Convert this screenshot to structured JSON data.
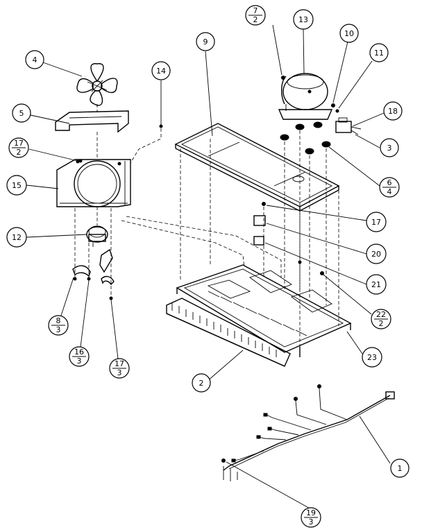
{
  "callouts": [
    {
      "id": "c4",
      "label": "4"
    },
    {
      "id": "c5",
      "label": "5"
    },
    {
      "id": "c17a",
      "num": "17",
      "den": "2"
    },
    {
      "id": "c15",
      "label": "15"
    },
    {
      "id": "c12",
      "label": "12"
    },
    {
      "id": "c8",
      "num": "8",
      "den": "3"
    },
    {
      "id": "c16",
      "num": "16",
      "den": "3"
    },
    {
      "id": "c17b",
      "num": "17",
      "den": "3"
    },
    {
      "id": "c14",
      "label": "14"
    },
    {
      "id": "c9",
      "label": "9"
    },
    {
      "id": "c7",
      "num": "7",
      "den": "2"
    },
    {
      "id": "c13",
      "label": "13"
    },
    {
      "id": "c10",
      "label": "10"
    },
    {
      "id": "c11",
      "label": "11"
    },
    {
      "id": "c18",
      "label": "18"
    },
    {
      "id": "c3",
      "label": "3"
    },
    {
      "id": "c6",
      "num": "6",
      "den": "4"
    },
    {
      "id": "c17c",
      "label": "17"
    },
    {
      "id": "c20",
      "label": "20"
    },
    {
      "id": "c21",
      "label": "21"
    },
    {
      "id": "c22",
      "num": "22",
      "den": "2"
    },
    {
      "id": "c23",
      "label": "23"
    },
    {
      "id": "c2",
      "label": "2"
    },
    {
      "id": "c1",
      "label": "1"
    },
    {
      "id": "c19",
      "num": "19",
      "den": "3"
    }
  ]
}
